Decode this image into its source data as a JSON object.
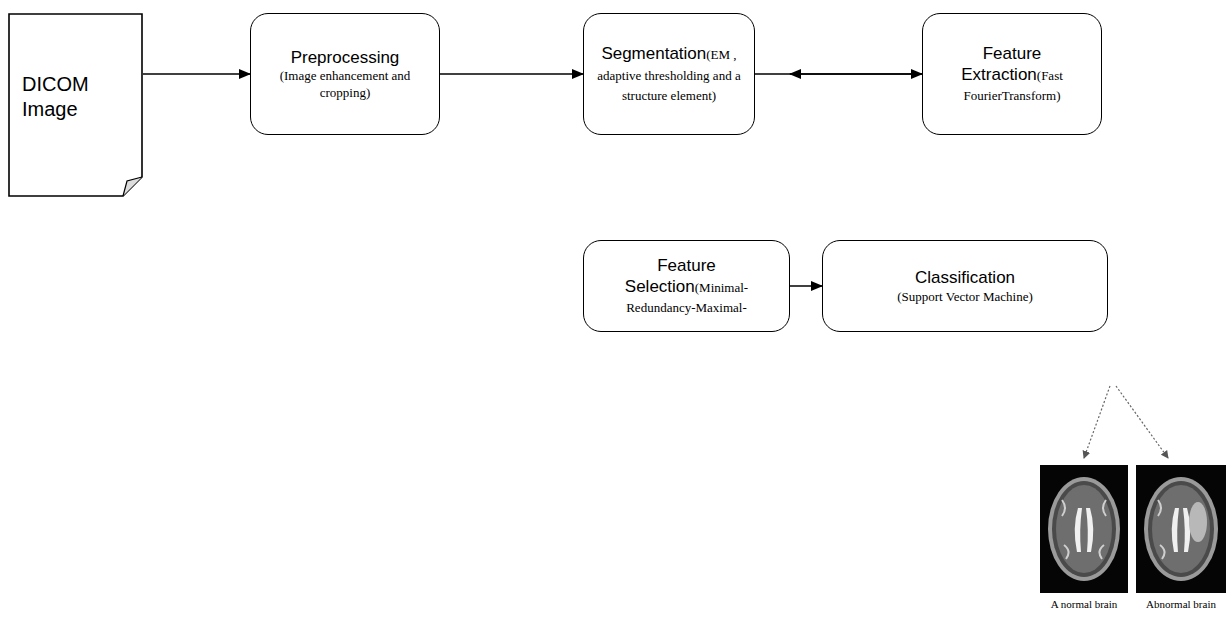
{
  "diagram": {
    "nodes": [
      {
        "text": [
          "DICOM Image"
        ]
      },
      {
        "text": [
          "Preprocessing",
          "(Image enhancement and cropping)"
        ]
      },
      {
        "text": [
          "Segmentation",
          "(EM , adaptive thresholding and a structure element)"
        ]
      },
      {
        "text": [
          "Feature Extraction",
          "(Fast FourierTransform)"
        ]
      },
      {
        "text": [
          "Feature Selection",
          "(Minimal- Redundancy-Maximal-"
        ]
      },
      {
        "text": [
          "Classification",
          "(Support Vector Machine)"
        ]
      }
    ],
    "edges": [
      {
        "from": 0,
        "to": 1,
        "arrow": "to"
      },
      {
        "from": 1,
        "to": 2,
        "arrow": "to"
      },
      {
        "from": 2,
        "to": 3,
        "arrow": "to"
      },
      {
        "from": 3,
        "to": 4,
        "arrow": "to"
      },
      {
        "from": 4,
        "to": 5,
        "arrow": "to"
      }
    ],
    "labels": [
      "A normal brain",
      "Abnormal brain"
    ]
  }
}
